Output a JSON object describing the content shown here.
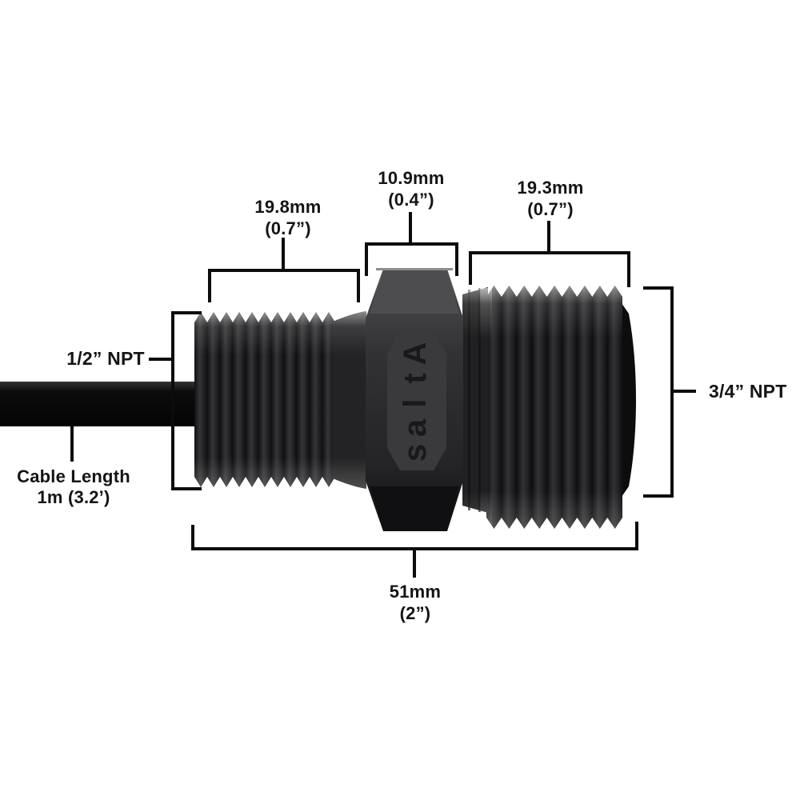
{
  "diagram": {
    "type": "product-dimension-diagram",
    "product_kind": "NPT threaded pipe adapter with cable",
    "engraving": "Atlas"
  },
  "labels": {
    "dim_left_top": {
      "metric": "19.8mm",
      "imperial": "(0.7”)"
    },
    "dim_center_top": {
      "metric": "10.9mm",
      "imperial": "(0.4”)"
    },
    "dim_right_top": {
      "metric": "19.3mm",
      "imperial": "(0.7”)"
    },
    "dim_overall": {
      "metric": "51mm",
      "imperial": "(2”)"
    },
    "thread_left": "1/2” NPT",
    "thread_right": "3/4” NPT",
    "cable_line1": "Cable Length",
    "cable_line2": "1m (3.2’)"
  },
  "colors": {
    "background": "#ffffff",
    "dimension_line": "#0c0c0c",
    "label_text": "#141414",
    "fitting_thread_dark": "#141416",
    "fitting_thread_ridge": "#333335",
    "hex_body": "#2c2c2e",
    "hex_facet": "#3a3a3d",
    "cable": "#0a0a0a"
  }
}
